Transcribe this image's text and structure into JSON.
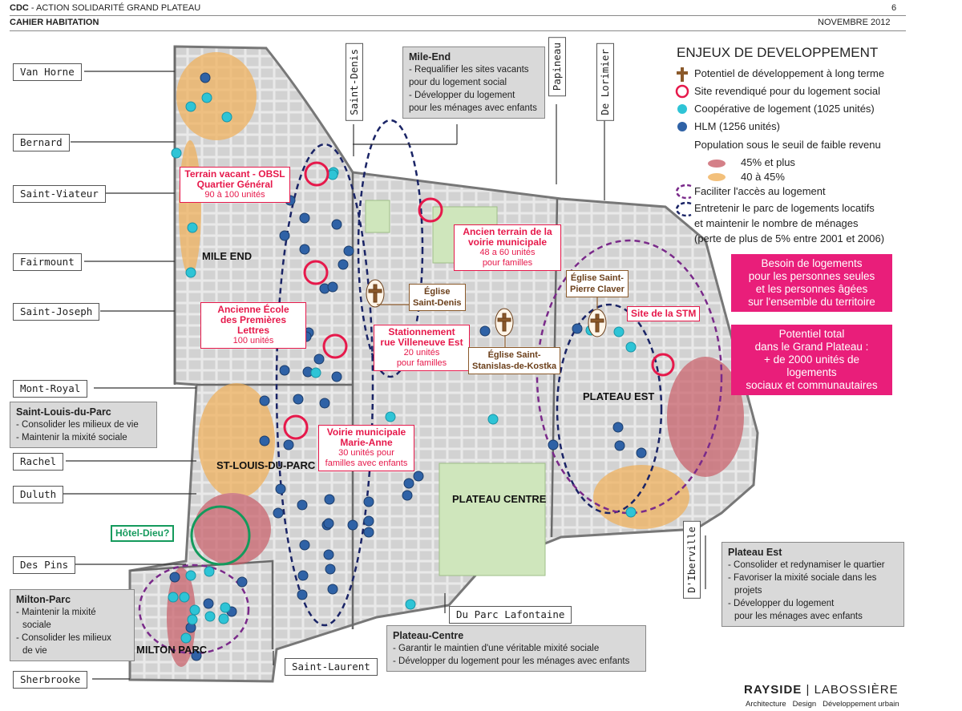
{
  "header": {
    "org_prefix": "CDC",
    "org_suffix": "- ACTION SOLIDARITÉ GRAND PLATEAU",
    "subtitle": "CAHIER HABITATION",
    "page_number": "6",
    "date": "NOVEMBRE 2012"
  },
  "streets": {
    "van_horne": "Van Horne",
    "bernard": "Bernard",
    "saint_viateur": "Saint-Viateur",
    "fairmount": "Fairmount",
    "saint_joseph": "Saint-Joseph",
    "mont_royal": "Mont-Royal",
    "rachel": "Rachel",
    "duluth": "Duluth",
    "des_pins": "Des Pins",
    "sherbrooke": "Sherbrooke",
    "saint_laurent": "Saint-Laurent",
    "du_parc_lafontaine": "Du Parc Lafontaine",
    "saint_denis": "Saint-Denis",
    "papineau": "Papineau",
    "de_lorimier": "De Lorimier",
    "diberville": "D'Iberville"
  },
  "boxes": {
    "mile_end": {
      "title": "Mile-End",
      "lines": [
        "- Requalifier les sites vacants",
        "pour du logement social",
        "- Développer du logement",
        "pour les ménages avec enfants"
      ]
    },
    "saint_louis": {
      "title": "Saint-Louis-du-Parc",
      "lines": [
        "- Consolider les milieux de vie",
        "- Maintenir la mixité sociale"
      ]
    },
    "milton_parc": {
      "title": "Milton-Parc",
      "lines": [
        "- Maintenir la mixité",
        "sociale",
        "- Consolider les milieux",
        "de vie"
      ]
    },
    "plateau_centre": {
      "title": "Plateau-Centre",
      "lines": [
        "- Garantir le maintien d'une véritable mixité sociale",
        "- Développer du logement pour les ménages avec enfants"
      ]
    },
    "plateau_est": {
      "title": "Plateau Est",
      "lines": [
        "- Consolider et redynamiser le quartier",
        "- Favoriser la  mixité sociale dans les",
        "projets",
        "- Développer du logement",
        "pour les ménages avec enfants"
      ]
    }
  },
  "sites": {
    "terrain_vacant": {
      "l1": "Terrain vacant - OBSL",
      "l2": "Quartier Général",
      "l3": "90 à 100 unités"
    },
    "ancien_terrain": {
      "l1": "Ancien terrain de la",
      "l2": "voirie municipale",
      "l3": "48 a 60 unités",
      "l4": "pour familles"
    },
    "ancienne_ecole": {
      "l1": "Ancienne École",
      "l2": "des Premières Lettres",
      "l3": "100 unités"
    },
    "stationnement": {
      "l1": "Stationnement",
      "l2": "rue  Villeneuve Est",
      "l3": "20 unités",
      "l4": "pour familles"
    },
    "voirie_marie_anne": {
      "l1": "Voirie municipale",
      "l2": "Marie-Anne",
      "l3": "30 unités pour",
      "l4": "familles avec enfants"
    },
    "site_stm": {
      "l1": "Site de la STM"
    },
    "hotel_dieu": {
      "l1": "Hôtel-Dieu?"
    }
  },
  "churches": {
    "saint_denis": {
      "l1": "Église",
      "l2": "Saint-Denis"
    },
    "stanislas": {
      "l1": "Église Saint-",
      "l2": "Stanislas-de-Kostka"
    },
    "pierre_claver": {
      "l1": "Église Saint-",
      "l2": "Pierre Claver"
    }
  },
  "districts": {
    "mile_end": "MILE END",
    "st_louis": "ST-LOUIS-DU-PARC",
    "plateau_centre": "PLATEAU CENTRE",
    "plateau_est": "PLATEAU EST",
    "milton_parc": "MILTON PARC"
  },
  "legend": {
    "title": "ENJEUX DE DEVELOPPEMENT",
    "cross": "Potentiel de développement à long terme",
    "site": "Site revendiqué pour du logement social",
    "coop": "Coopérative de logement (1025 unités)",
    "hlm": "HLM (1256 unités)",
    "population": "Population sous le seuil de faible revenu",
    "pop_45": "45% et plus",
    "pop_40": "40 à 45%",
    "faciliter": "Faciliter l'accès au logement",
    "entretenir_1": "Entretenir le parc de logements locatifs",
    "entretenir_2": "et maintenir le nombre de ménages",
    "entretenir_3": "(perte de plus de 5% entre 2001 et 2006)"
  },
  "callouts": {
    "besoin": [
      "Besoin de logements",
      "pour les personnes seules",
      "et les personnes âgées",
      "sur l'ensemble du territoire"
    ],
    "potentiel": [
      "Potentiel total",
      "dans le Grand Plateau :",
      "+ de 2000 unités de",
      "logements",
      "sociaux  et communautaires"
    ]
  },
  "credit": {
    "firm_a": "RAYSIDE",
    "firm_sep": "|",
    "firm_b": "LABOSSIÈRE",
    "tagline": "Architecture   Design   Développement urbain"
  },
  "colors": {
    "site_red": "#e6194b",
    "coop": "#2ec4d6",
    "hlm": "#2f62a6",
    "pop_45": "#c9606a",
    "pop_40": "#f0b05a",
    "faciliter": "#7a2a8a",
    "entretenir": "#1a2466",
    "callout_pink": "#e91e7a",
    "hotel_dieu": "#149a5c"
  }
}
